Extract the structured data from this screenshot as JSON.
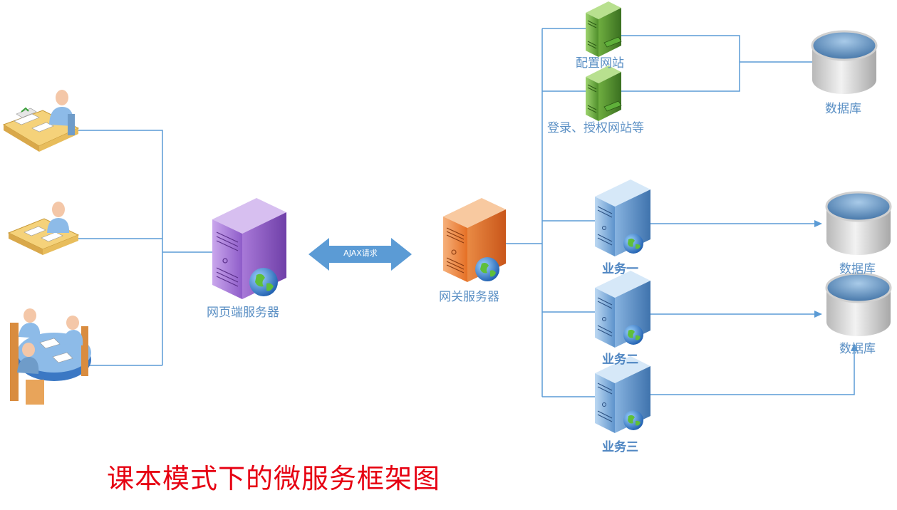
{
  "title": "课本模式下的微服务框架图",
  "nodes": {
    "web_server": "网页端服务器",
    "gateway_server": "网关服务器",
    "config_site": "配置网站",
    "login_site": "登录、授权网站等",
    "business_1": "业务一",
    "business_2": "业务二",
    "business_3": "业务三",
    "database_1": "数据库",
    "database_2": "数据库",
    "database_3": "数据库"
  },
  "edges": {
    "ajax": "AJAX请求"
  },
  "colors": {
    "line": "#5b9bd5",
    "title": "#e60012",
    "web_server": "#9b6ad0",
    "gateway_server": "#e87b35",
    "config_server": "#5a9a32",
    "business_server": "#5a90c8",
    "arrow": "#5b9bd5"
  },
  "icons": [
    "user-desk-icon",
    "user-desk-icon",
    "meeting-table-icon",
    "server-icon",
    "globe-icon",
    "database-icon"
  ]
}
